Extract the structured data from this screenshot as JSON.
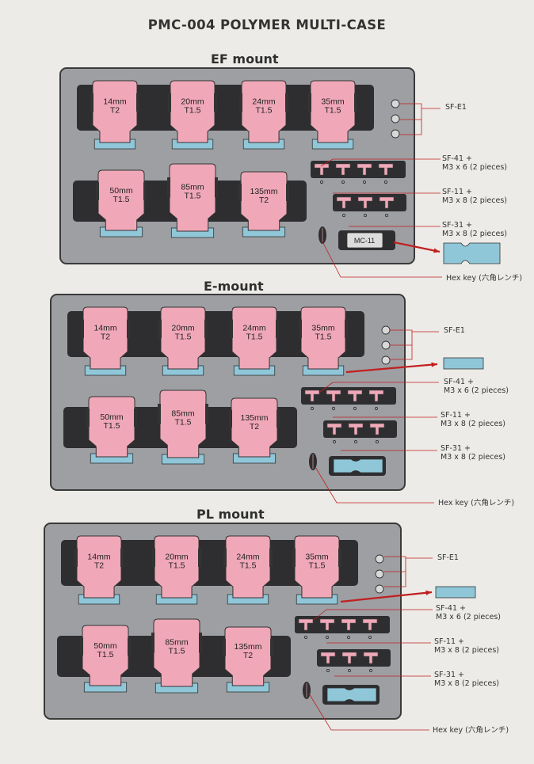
{
  "title": "PMC-004  POLYMER MULTI-CASE",
  "mount_headings": [
    "EF mount",
    "E-mount",
    "PL mount"
  ],
  "lens_labels": [
    [
      "14mm",
      "T2"
    ],
    [
      "20mm",
      "T1.5"
    ],
    [
      "24mm",
      "T1.5"
    ],
    [
      "35mm",
      "T1.5"
    ],
    [
      "50mm",
      "T1.5"
    ],
    [
      "85mm",
      "T1.5"
    ],
    [
      "135mm",
      "T2"
    ]
  ],
  "compartment_labels": {
    "mc11": "MC-11",
    "sfe1": "SF-E1",
    "sf41": [
      "SF-41 +",
      "M3 x 6 (2 pieces)"
    ],
    "sf11": [
      "SF-11 +",
      "M3 x 8 (2 pieces)"
    ],
    "sf31": [
      "SF-31 +",
      "M3 x 8 (2 pieces)"
    ],
    "hex_key": "Hex key (六角レンチ)"
  },
  "colors": {
    "tray": "#9d9fa3",
    "lens_pink": "#f0a8b8",
    "lens_blue": "#8fc7d9",
    "cutout": "#2e2e30",
    "callout_red": "#c21f1f"
  }
}
